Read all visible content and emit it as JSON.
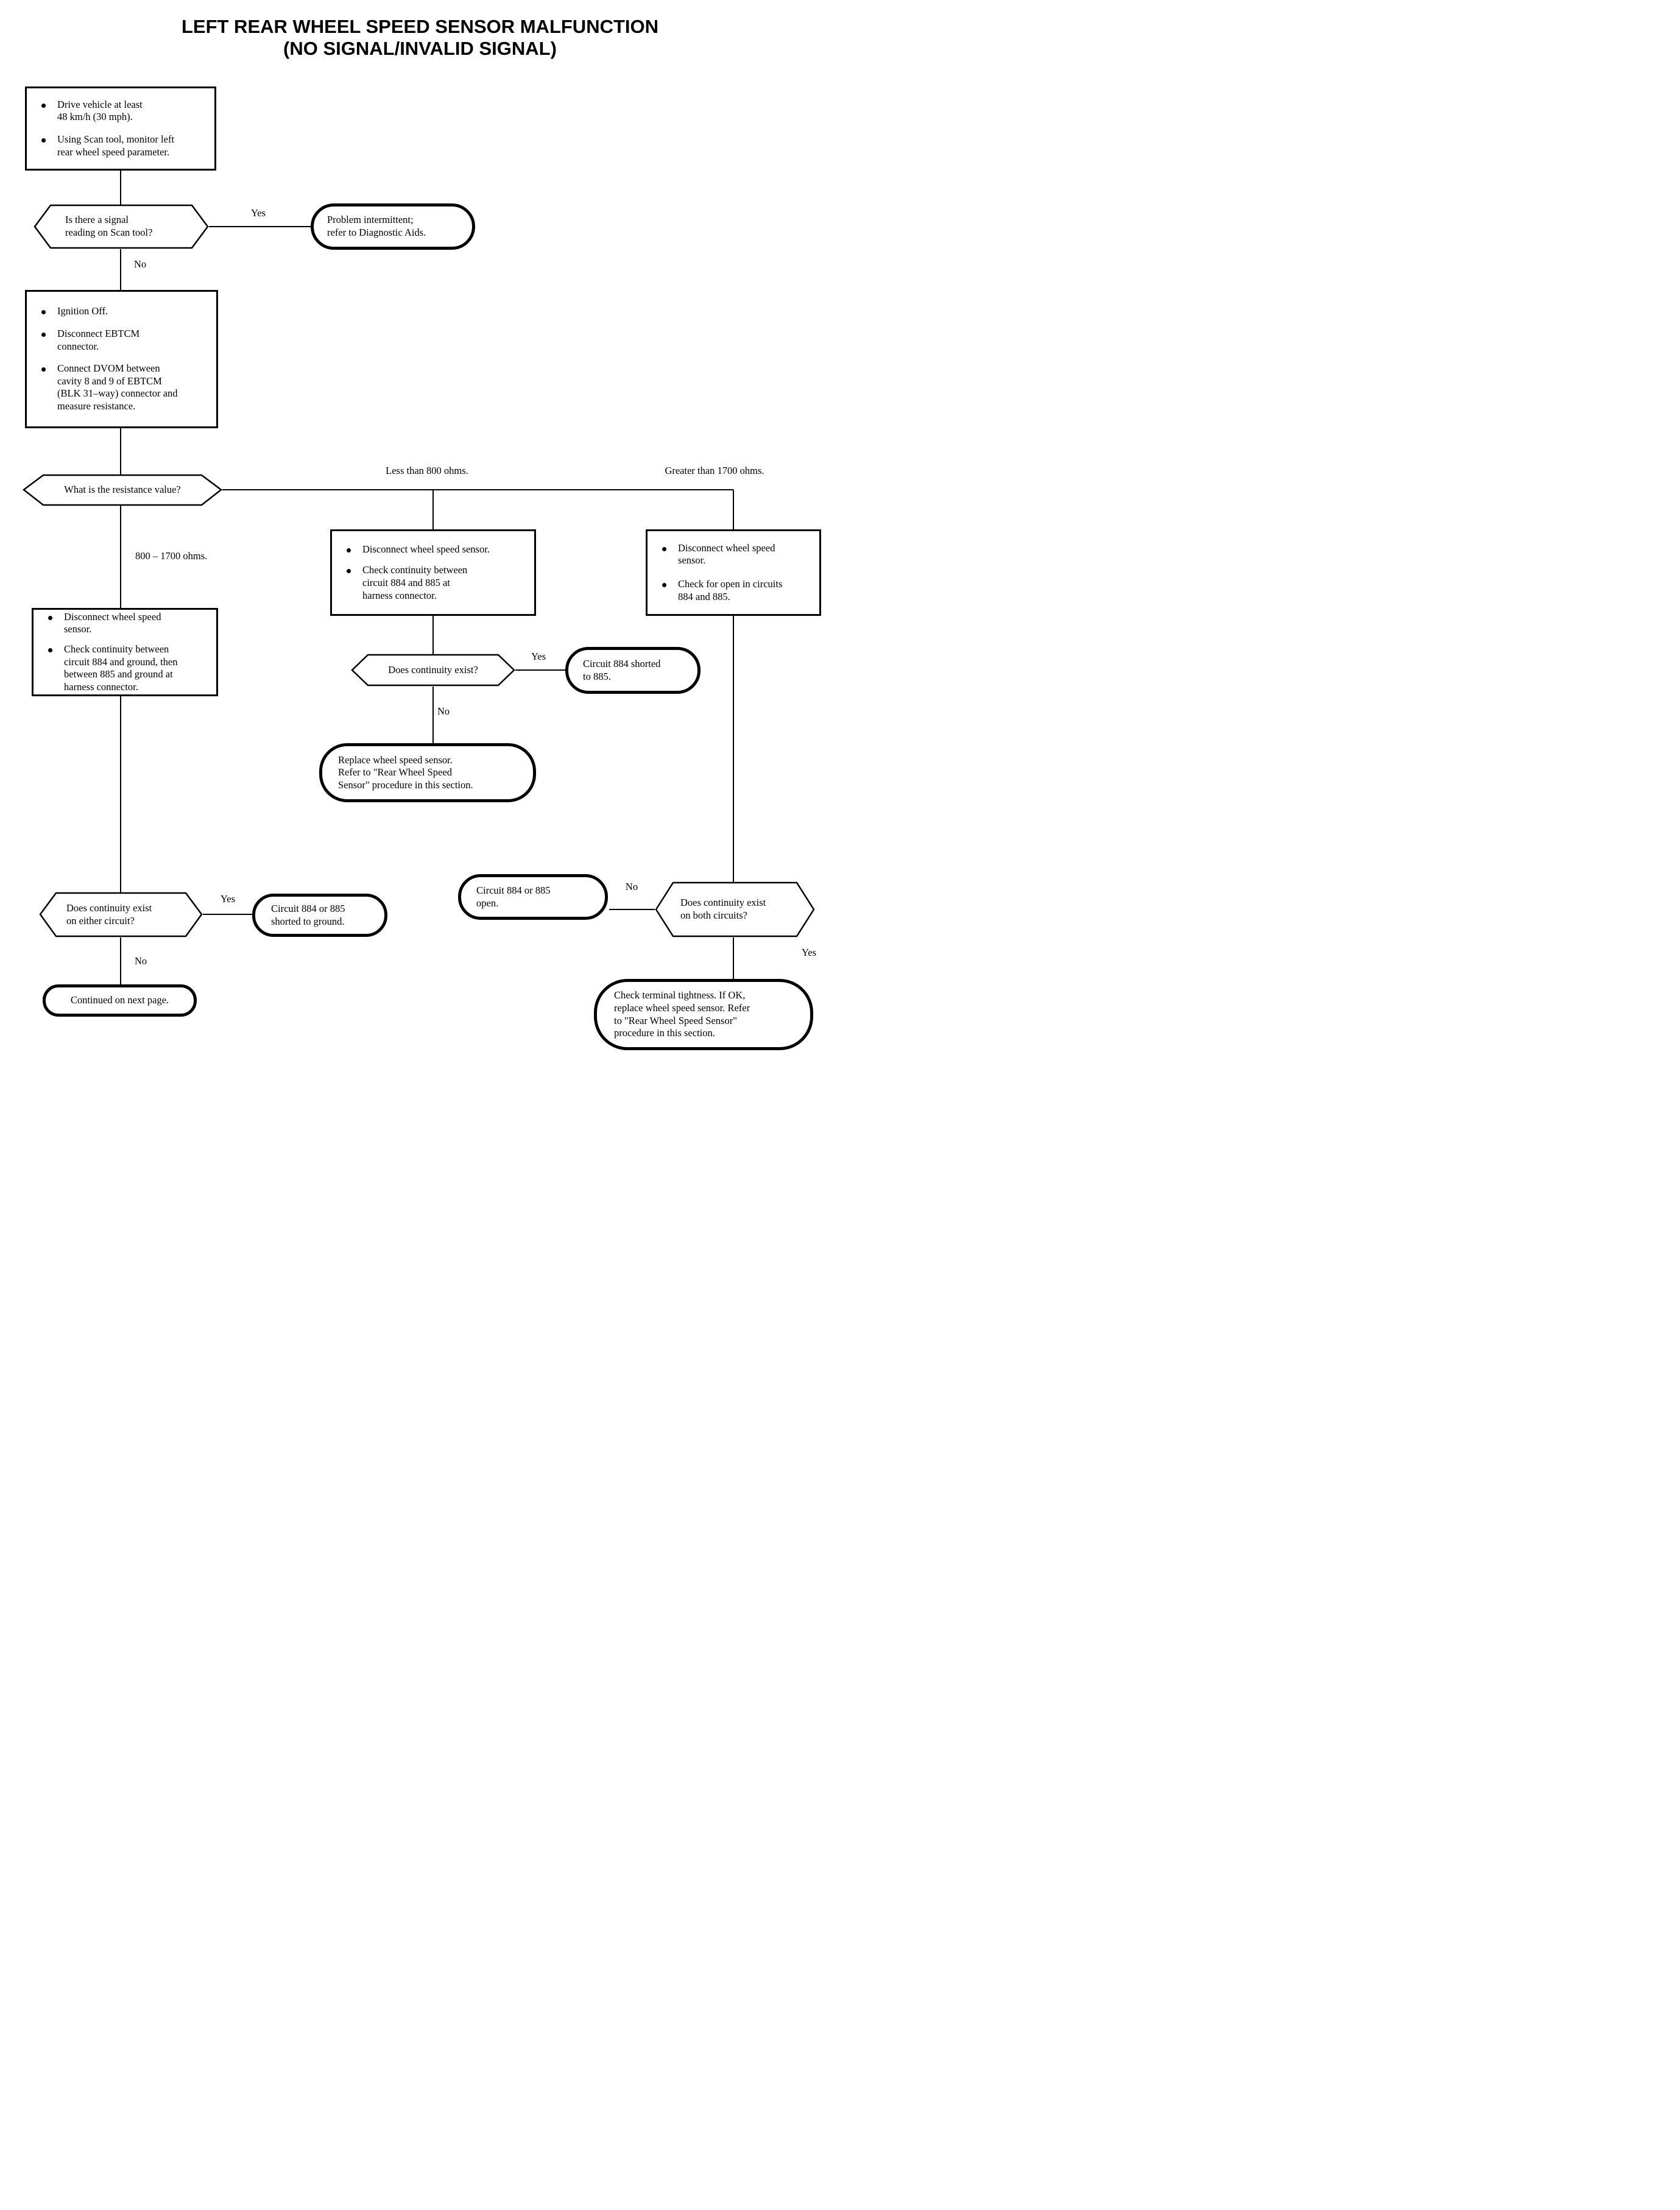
{
  "title": {
    "line1": "LEFT REAR WHEEL SPEED SENSOR MALFUNCTION",
    "line2": "(NO SIGNAL/INVALID SIGNAL)"
  },
  "nodes": {
    "start_box": {
      "items": [
        "Drive vehicle at least\n48 km/h (30 mph).",
        "Using Scan tool, monitor left\nrear wheel speed parameter."
      ]
    },
    "signal_decision": {
      "text": "Is there a signal\nreading on Scan tool?"
    },
    "problem_intermittent": {
      "text": "Problem intermittent;\nrefer to Diagnostic Aids."
    },
    "ignition_box": {
      "items": [
        "Ignition Off.",
        "Disconnect EBTCM\nconnector.",
        "Connect DVOM between\ncavity 8 and 9 of EBTCM\n(BLK 31–way) connector and\nmeasure resistance."
      ]
    },
    "resistance_decision": {
      "text": "What is the resistance value?"
    },
    "check_884_885_box": {
      "items": [
        "Disconnect wheel speed sensor.",
        "Check continuity between\ncircuit 884 and 885 at\nharness connector."
      ]
    },
    "check_open_box": {
      "items": [
        "Disconnect wheel speed\nsensor.",
        "Check for open in circuits\n884 and 885."
      ]
    },
    "check_ground_box": {
      "items": [
        "Disconnect wheel speed\nsensor.",
        "Check continuity between\ncircuit 884 and ground, then\nbetween 885 and ground at\nharness connector."
      ]
    },
    "continuity_mid_decision": {
      "text": "Does continuity exist?"
    },
    "shorted_to_885": {
      "text": "Circuit 884 shorted\nto 885."
    },
    "replace_sensor": {
      "text": "Replace wheel speed sensor.\nRefer to \"Rear Wheel Speed\nSensor\" procedure in this section."
    },
    "continuity_left_decision": {
      "text": "Does continuity exist\non either circuit?"
    },
    "shorted_to_ground": {
      "text": "Circuit 884 or 885\nshorted to ground."
    },
    "continued_next_page": {
      "text": "Continued on next page."
    },
    "circuit_open": {
      "text": "Circuit 884 or 885\nopen."
    },
    "continuity_right_decision": {
      "text": "Does continuity exist\non both circuits?"
    },
    "check_terminal": {
      "text": "Check terminal tightness. If OK,\nreplace wheel speed sensor. Refer\nto \"Rear Wheel Speed Sensor\"\nprocedure in this section."
    }
  },
  "labels": {
    "yes_signal": "Yes",
    "no_signal": "No",
    "less_800": "Less than 800 ohms.",
    "greater_1700": "Greater than 1700 ohms.",
    "mid_range": "800 – 1700 ohms.",
    "yes_mid": "Yes",
    "no_mid": "No",
    "yes_left": "Yes",
    "no_left": "No",
    "no_right": "No",
    "yes_right": "Yes"
  },
  "colors": {
    "ink": "#000000",
    "background": "#ffffff"
  }
}
